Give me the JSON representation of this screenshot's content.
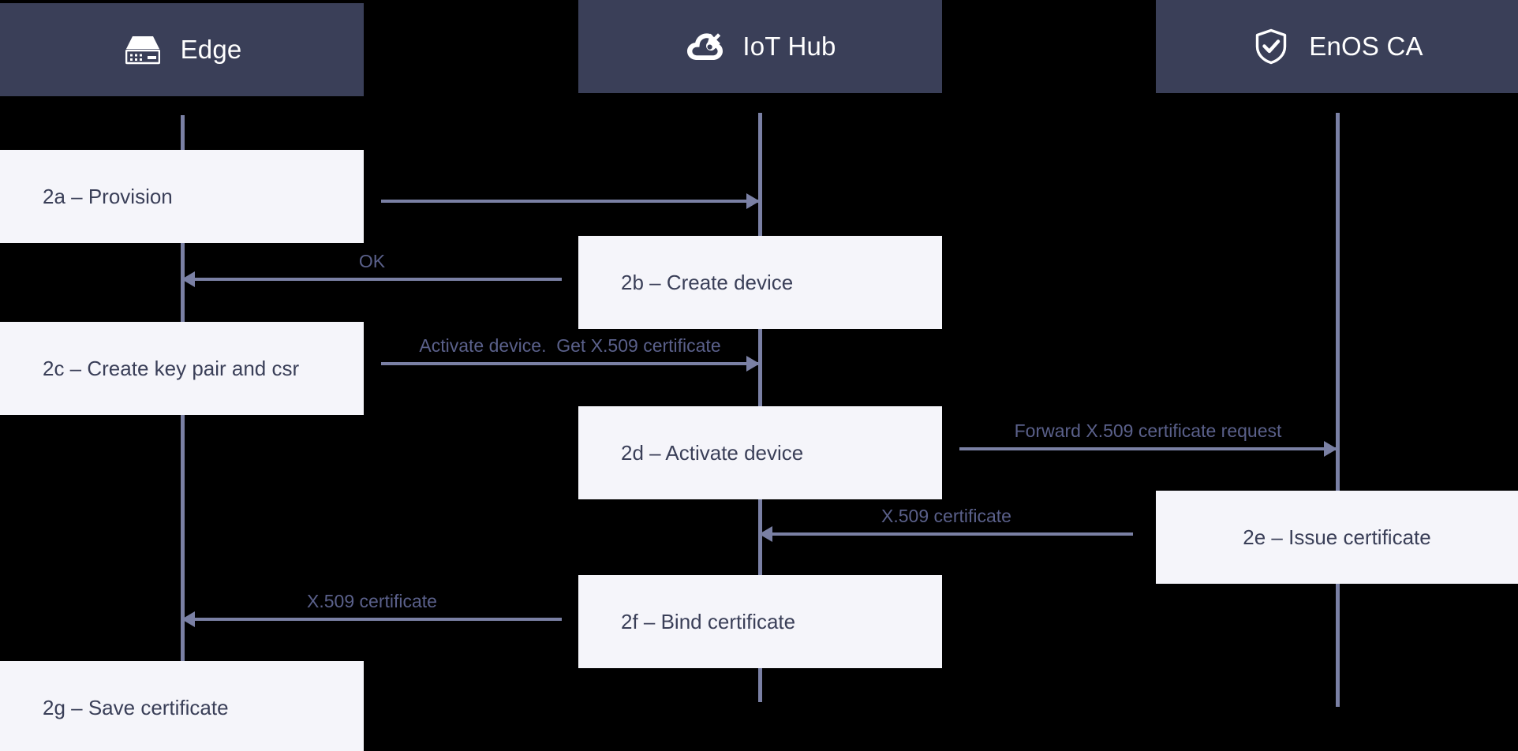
{
  "diagram": {
    "title": "Device provisioning and X.509 certificate issuance sequence",
    "type": "sequence-diagram",
    "colors": {
      "background": "#000000",
      "participant_header_fill": "#3A3F58",
      "participant_header_text": "#FFFFFF",
      "action_box_fill": "#F5F5FA",
      "action_box_text": "#3A3F58",
      "lifeline": "#7A80A4",
      "arrow": "#7A80A4",
      "message_label_text": "#5A608A"
    }
  },
  "participants": [
    {
      "id": "edge",
      "label": "Edge",
      "icon": "gateway-server-icon"
    },
    {
      "id": "iothub",
      "label": "IoT Hub",
      "icon": "cloud-plug-icon"
    },
    {
      "id": "enosca",
      "label": "EnOS CA",
      "icon": "shield-check-icon"
    }
  ],
  "actions": [
    {
      "id": "2a",
      "participant": "edge",
      "label": "2a – Provision"
    },
    {
      "id": "2b",
      "participant": "iothub",
      "label": "2b – Create device"
    },
    {
      "id": "2c",
      "participant": "edge",
      "label": "2c – Create key pair and csr"
    },
    {
      "id": "2d",
      "participant": "iothub",
      "label": "2d – Activate device"
    },
    {
      "id": "2e",
      "participant": "enosca",
      "label": "2e – Issue certificate"
    },
    {
      "id": "2f",
      "participant": "iothub",
      "label": "2f – Bind certificate"
    },
    {
      "id": "2g",
      "participant": "edge",
      "label": "2g – Save certificate"
    }
  ],
  "messages": [
    {
      "id": "m1",
      "from": "edge",
      "to": "iothub",
      "direction": "right",
      "label": ""
    },
    {
      "id": "m2",
      "from": "iothub",
      "to": "edge",
      "direction": "left",
      "label": "OK"
    },
    {
      "id": "m3",
      "from": "edge",
      "to": "iothub",
      "direction": "right",
      "label": "Activate device.  Get X.509 certificate"
    },
    {
      "id": "m4",
      "from": "iothub",
      "to": "enosca",
      "direction": "right",
      "label": "Forward X.509 certificate request"
    },
    {
      "id": "m5",
      "from": "enosca",
      "to": "iothub",
      "direction": "left",
      "label": "X.509 certificate"
    },
    {
      "id": "m6",
      "from": "iothub",
      "to": "edge",
      "direction": "left",
      "label": "X.509 certificate"
    }
  ]
}
